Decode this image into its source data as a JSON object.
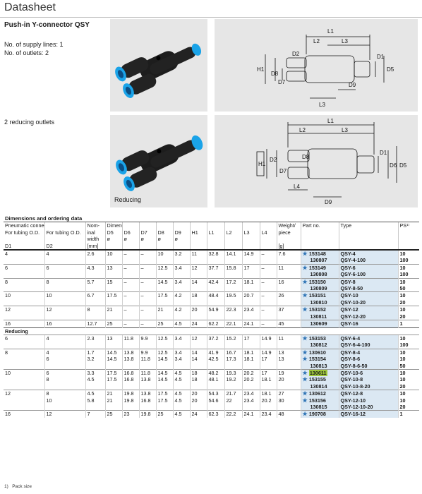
{
  "header": {
    "title": "Datasheet"
  },
  "product": {
    "title": "Push-in Y-connector QSY",
    "supply_lines": "No. of supply lines: 1",
    "outlets": "No. of outlets: 2",
    "reducing_note": "2 reducing outlets",
    "reducing_label": "Reducing"
  },
  "drawing_labels": {
    "top": [
      "L1",
      "L2",
      "L3",
      "H1",
      "D2",
      "D8",
      "D7",
      "D1",
      "D5",
      "L3",
      "D9"
    ],
    "bottom": [
      "L1",
      "L2",
      "L3",
      "D8",
      "H1",
      "D2",
      "D7",
      "D1",
      "D6",
      "D5",
      "L4",
      "D9"
    ]
  },
  "table": {
    "section_title": "Dimensions and ordering data",
    "h1": [
      "Pneumatic connection",
      "",
      "Nom-",
      "Dimensions [mm]",
      "",
      "",
      "",
      "",
      "",
      "",
      "",
      "",
      "",
      "Weight/",
      "Part no.",
      "Type",
      "PS¹⁾"
    ],
    "h2": [
      "For tubing O.D.",
      "For tubing O.D.",
      "inal",
      "D5",
      "D6",
      "D7",
      "D8",
      "D9",
      "H1",
      "L1",
      "L2",
      "L3",
      "L4",
      "piece",
      "",
      "",
      ""
    ],
    "h3": [
      "",
      "",
      "width",
      "ø",
      "ø",
      "ø",
      "ø",
      "ø",
      "",
      "",
      "",
      "",
      "",
      "",
      "",
      "",
      ""
    ],
    "h4": [
      "D1",
      "D2",
      "[mm]",
      "",
      "",
      "",
      "",
      "",
      "",
      "",
      "",
      "",
      "",
      "[g]",
      "",
      "",
      ""
    ],
    "rows": [
      {
        "d1": "4",
        "d2": "4",
        "nw": "2.6",
        "d5": "10",
        "d6": "–",
        "d7": "–",
        "d8": "10",
        "d9": "3.2",
        "h1": "11",
        "l1": "32.8",
        "l2": "14.1",
        "l3": "14.9",
        "l4": "–",
        "w": "7.6",
        "pn": "153148",
        "star": true,
        "type": "QSY-4",
        "ps": "10",
        "first": true
      },
      {
        "d1": "",
        "d2": "",
        "nw": "",
        "d5": "",
        "d6": "",
        "d7": "",
        "d8": "",
        "d9": "",
        "h1": "",
        "l1": "",
        "l2": "",
        "l3": "",
        "l4": "",
        "w": "",
        "pn": "130807",
        "star": false,
        "type": "QSY-4-100",
        "ps": "100"
      },
      {
        "d1": "6",
        "d2": "6",
        "nw": "4.3",
        "d5": "13",
        "d6": "–",
        "d7": "–",
        "d8": "12.5",
        "d9": "3.4",
        "h1": "12",
        "l1": "37.7",
        "l2": "15.8",
        "l3": "17",
        "l4": "–",
        "w": "11",
        "pn": "153149",
        "star": true,
        "type": "QSY-6",
        "ps": "10",
        "first": true
      },
      {
        "d1": "",
        "d2": "",
        "nw": "",
        "d5": "",
        "d6": "",
        "d7": "",
        "d8": "",
        "d9": "",
        "h1": "",
        "l1": "",
        "l2": "",
        "l3": "",
        "l4": "",
        "w": "",
        "pn": "130808",
        "star": false,
        "type": "QSY-6-100",
        "ps": "100"
      },
      {
        "d1": "8",
        "d2": "8",
        "nw": "5.7",
        "d5": "15",
        "d6": "–",
        "d7": "–",
        "d8": "14.5",
        "d9": "3.4",
        "h1": "14",
        "l1": "42.4",
        "l2": "17.2",
        "l3": "18.1",
        "l4": "–",
        "w": "16",
        "pn": "153150",
        "star": true,
        "type": "QSY-8",
        "ps": "10",
        "first": true
      },
      {
        "d1": "",
        "d2": "",
        "nw": "",
        "d5": "",
        "d6": "",
        "d7": "",
        "d8": "",
        "d9": "",
        "h1": "",
        "l1": "",
        "l2": "",
        "l3": "",
        "l4": "",
        "w": "",
        "pn": "130809",
        "star": false,
        "type": "QSY-8-50",
        "ps": "50"
      },
      {
        "d1": "10",
        "d2": "10",
        "nw": "6.7",
        "d5": "17.5",
        "d6": "–",
        "d7": "–",
        "d8": "17.5",
        "d9": "4.2",
        "h1": "18",
        "l1": "48.4",
        "l2": "19.5",
        "l3": "20.7",
        "l4": "–",
        "w": "26",
        "pn": "153151",
        "star": true,
        "type": "QSY-10",
        "ps": "10",
        "first": true
      },
      {
        "d1": "",
        "d2": "",
        "nw": "",
        "d5": "",
        "d6": "",
        "d7": "",
        "d8": "",
        "d9": "",
        "h1": "",
        "l1": "",
        "l2": "",
        "l3": "",
        "l4": "",
        "w": "",
        "pn": "130810",
        "star": false,
        "type": "QSY-10-20",
        "ps": "20"
      },
      {
        "d1": "12",
        "d2": "12",
        "nw": "8",
        "d5": "21",
        "d6": "–",
        "d7": "–",
        "d8": "21",
        "d9": "4.2",
        "h1": "20",
        "l1": "54.9",
        "l2": "22.3",
        "l3": "23.4",
        "l4": "–",
        "w": "37",
        "pn": "153152",
        "star": true,
        "type": "QSY-12",
        "ps": "10",
        "first": true
      },
      {
        "d1": "",
        "d2": "",
        "nw": "",
        "d5": "",
        "d6": "",
        "d7": "",
        "d8": "",
        "d9": "",
        "h1": "",
        "l1": "",
        "l2": "",
        "l3": "",
        "l4": "",
        "w": "",
        "pn": "130811",
        "star": false,
        "type": "QSY-12-20",
        "ps": "20"
      },
      {
        "d1": "16",
        "d2": "16",
        "nw": "12.7",
        "d5": "25",
        "d6": "–",
        "d7": "–",
        "d8": "25",
        "d9": "4.5",
        "h1": "24",
        "l1": "62.2",
        "l2": "22.1",
        "l3": "24.1",
        "l4": "–",
        "w": "45",
        "pn": "130609",
        "star": false,
        "type": "QSY-16",
        "ps": "1",
        "first": true
      }
    ],
    "reducing_title": "Reducing",
    "reducing_rows": [
      {
        "d1": "6",
        "d2": "4",
        "nw": "2.3",
        "d5": "13",
        "d6": "11.8",
        "d7": "9.9",
        "d8": "12.5",
        "d9": "3.4",
        "h1": "12",
        "l1": "37.2",
        "l2": "15.2",
        "l3": "17",
        "l4": "14.9",
        "w": "11",
        "pn": "153153",
        "star": true,
        "type": "QSY-6-4",
        "ps": "10",
        "first": true
      },
      {
        "d1": "",
        "d2": "",
        "nw": "",
        "d5": "",
        "d6": "",
        "d7": "",
        "d8": "",
        "d9": "",
        "h1": "",
        "l1": "",
        "l2": "",
        "l3": "",
        "l4": "",
        "w": "",
        "pn": "130812",
        "star": false,
        "type": "QSY-6-4-100",
        "ps": "100"
      },
      {
        "d1": "8",
        "d2": "4",
        "nw": "1.7",
        "d5": "14.5",
        "d6": "13.8",
        "d7": "9.9",
        "d8": "12.5",
        "d9": "3.4",
        "h1": "14",
        "l1": "41.9",
        "l2": "16.7",
        "l3": "18.1",
        "l4": "14.9",
        "w": "13",
        "pn": "130610",
        "star": true,
        "type": "QSY-8-4",
        "ps": "10",
        "first": true
      },
      {
        "d1": "",
        "d2": "6",
        "nw": "3.2",
        "d5": "14.5",
        "d6": "13.8",
        "d7": "11.8",
        "d8": "14.5",
        "d9": "3.4",
        "h1": "14",
        "l1": "42.5",
        "l2": "17.3",
        "l3": "18.1",
        "l4": "17",
        "w": "13",
        "pn": "153154",
        "star": true,
        "type": "QSY-8-6",
        "ps": "10"
      },
      {
        "d1": "",
        "d2": "",
        "nw": "",
        "d5": "",
        "d6": "",
        "d7": "",
        "d8": "",
        "d9": "",
        "h1": "",
        "l1": "",
        "l2": "",
        "l3": "",
        "l4": "",
        "w": "",
        "pn": "130813",
        "star": false,
        "type": "QSY-8-6-50",
        "ps": "50"
      },
      {
        "d1": "10",
        "d2": "6",
        "nw": "3.3",
        "d5": "17.5",
        "d6": "16.8",
        "d7": "11.8",
        "d8": "14.5",
        "d9": "4.5",
        "h1": "18",
        "l1": "48.2",
        "l2": "19.3",
        "l3": "20.2",
        "l4": "17",
        "w": "19",
        "pn": "130611",
        "star": true,
        "hl": true,
        "type": "QSY-10-6",
        "ps": "10",
        "first": true
      },
      {
        "d1": "",
        "d2": "8",
        "nw": "4.5",
        "d5": "17.5",
        "d6": "16.8",
        "d7": "13.8",
        "d8": "14.5",
        "d9": "4.5",
        "h1": "18",
        "l1": "48.1",
        "l2": "19.2",
        "l3": "20.2",
        "l4": "18.1",
        "w": "20",
        "pn": "153155",
        "star": true,
        "type": "QSY-10-8",
        "ps": "10"
      },
      {
        "d1": "",
        "d2": "",
        "nw": "",
        "d5": "",
        "d6": "",
        "d7": "",
        "d8": "",
        "d9": "",
        "h1": "",
        "l1": "",
        "l2": "",
        "l3": "",
        "l4": "",
        "w": "",
        "pn": "130814",
        "star": false,
        "type": "QSY-10-8-20",
        "ps": "20"
      },
      {
        "d1": "12",
        "d2": "8",
        "nw": "4.5",
        "d5": "21",
        "d6": "19.8",
        "d7": "13.8",
        "d8": "17.5",
        "d9": "4.5",
        "h1": "20",
        "l1": "54.3",
        "l2": "21.7",
        "l3": "23.4",
        "l4": "18.1",
        "w": "27",
        "pn": "130612",
        "star": true,
        "type": "QSY-12-8",
        "ps": "10",
        "first": true
      },
      {
        "d1": "",
        "d2": "10",
        "nw": "5.8",
        "d5": "21",
        "d6": "19.8",
        "d7": "16.8",
        "d8": "17.5",
        "d9": "4.5",
        "h1": "20",
        "l1": "54.6",
        "l2": "22",
        "l3": "23.4",
        "l4": "20.2",
        "w": "30",
        "pn": "153156",
        "star": true,
        "type": "QSY-12-10",
        "ps": "10"
      },
      {
        "d1": "",
        "d2": "",
        "nw": "",
        "d5": "",
        "d6": "",
        "d7": "",
        "d8": "",
        "d9": "",
        "h1": "",
        "l1": "",
        "l2": "",
        "l3": "",
        "l4": "",
        "w": "",
        "pn": "130815",
        "star": false,
        "type": "QSY-12-10-20",
        "ps": "20"
      },
      {
        "d1": "16",
        "d2": "12",
        "nw": "7",
        "d5": "25",
        "d6": "23",
        "d7": "19.8",
        "d8": "25",
        "d9": "4.5",
        "h1": "24",
        "l1": "62.3",
        "l2": "22.2",
        "l3": "24.1",
        "l4": "23.4",
        "w": "48",
        "pn": "190708",
        "star": true,
        "type": "QSY-16-12",
        "ps": "1",
        "first": true
      }
    ]
  },
  "footnote": "1)   Pack size",
  "colors": {
    "accent_blue": "#2f74b5",
    "part_bg": "#dbe8f3",
    "highlight": "#9ec73c",
    "panel_bg": "#e6e6e6",
    "fitting_blue": "#1aa3e8"
  }
}
